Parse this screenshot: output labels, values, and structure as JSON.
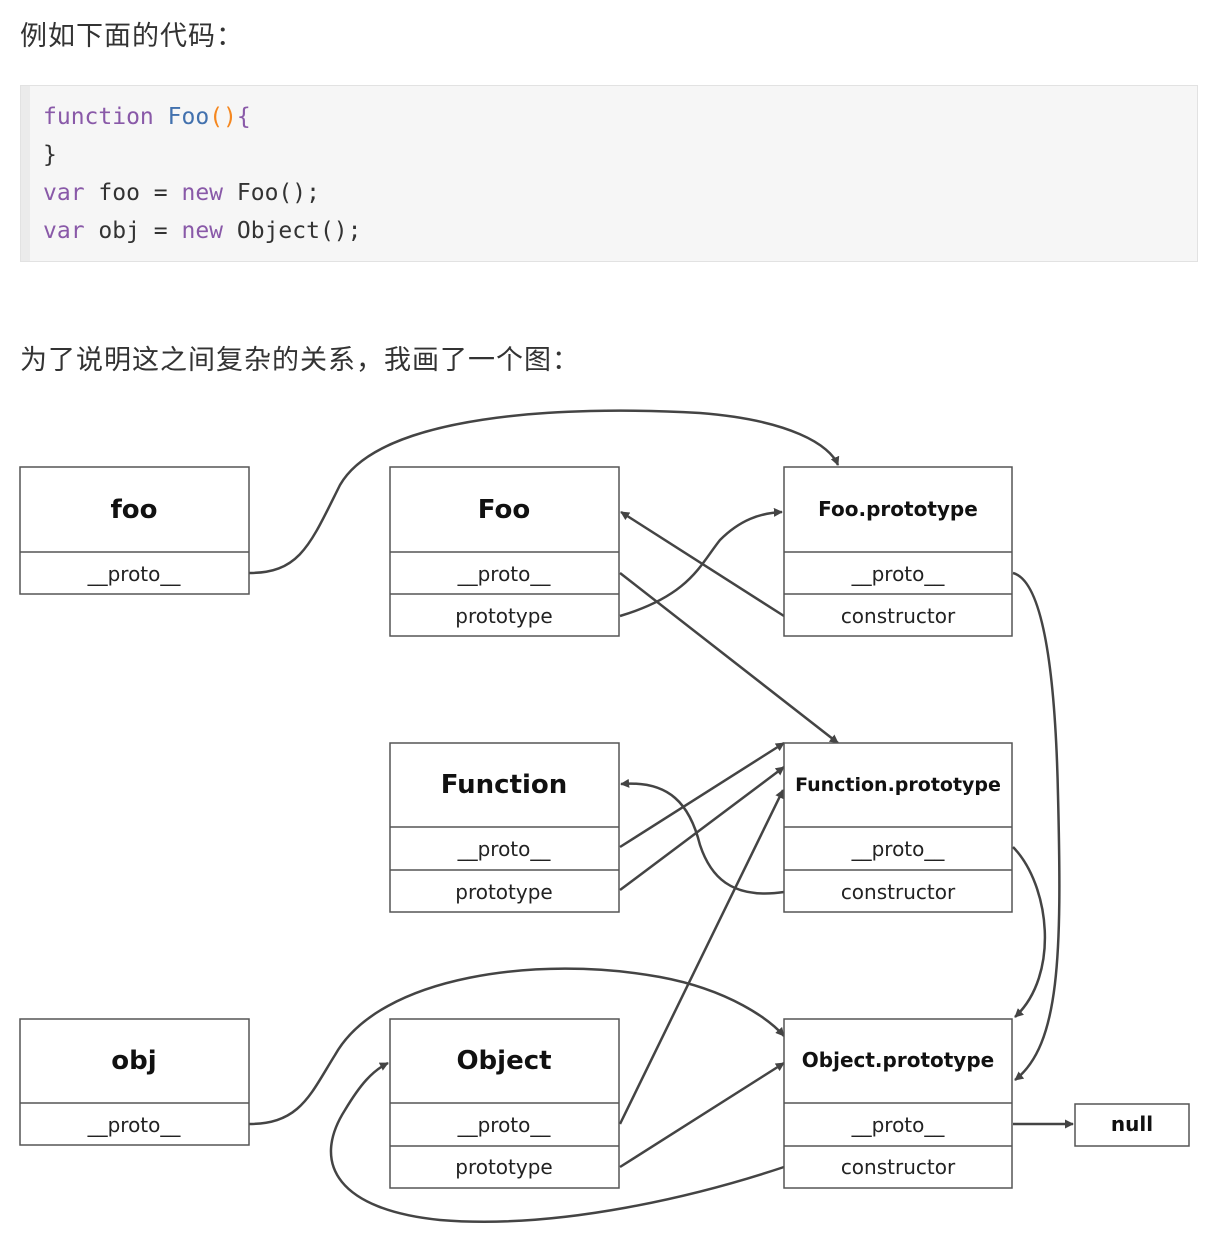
{
  "intro_text": "例如下面的代码：",
  "explain_text": "为了说明这之间复杂的关系，我画了一个图：",
  "code": {
    "line1": {
      "kw": "function",
      "name": "Foo",
      "parens": "()",
      "brace": "{"
    },
    "line2": "}",
    "line3": {
      "kw": "var",
      "rest1": " foo = ",
      "kw2": "new",
      "rest2": " Foo();"
    },
    "line4": {
      "kw": "var",
      "rest1": " obj = ",
      "kw2": "new",
      "rest2": " Object();"
    }
  },
  "diagram": {
    "foo": {
      "title": "foo",
      "proto": "__proto__"
    },
    "Foo": {
      "title": "Foo",
      "proto": "__proto__",
      "prototype": "prototype"
    },
    "FooProto": {
      "title": "Foo.prototype",
      "proto": "__proto__",
      "constructor": "constructor"
    },
    "Function": {
      "title": "Function",
      "proto": "__proto__",
      "prototype": "prototype"
    },
    "FunctionProto": {
      "title": "Function.prototype",
      "proto": "__proto__",
      "constructor": "constructor"
    },
    "obj": {
      "title": "obj",
      "proto": "__proto__"
    },
    "Object": {
      "title": "Object",
      "proto": "__proto__",
      "prototype": "prototype"
    },
    "ObjectProto": {
      "title": "Object.prototype",
      "proto": "__proto__",
      "constructor": "constructor"
    },
    "null": "null"
  }
}
